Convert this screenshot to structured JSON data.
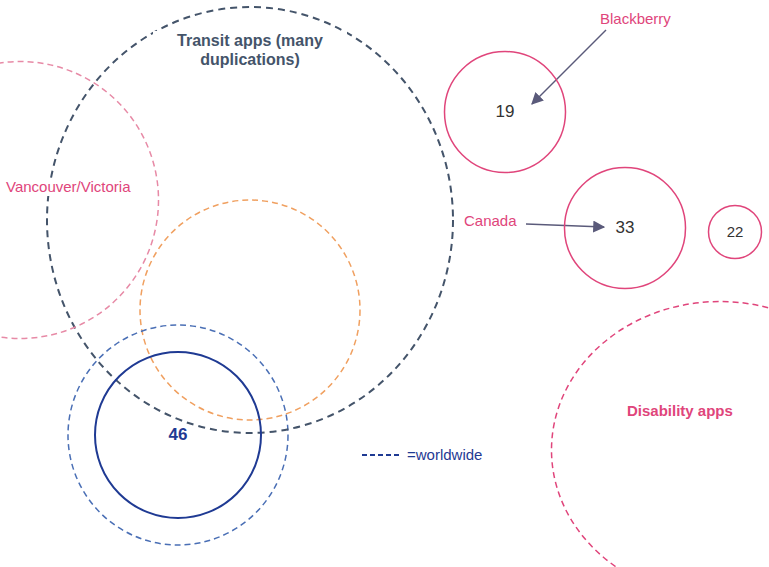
{
  "diagram": {
    "nodes": [
      {
        "text": [
          "Transit apps (many duplications)"
        ]
      },
      {
        "text": [
          "19"
        ]
      },
      {
        "text": [
          "Vancouver/Victoria"
        ]
      },
      {
        "text": [
          "33"
        ]
      },
      {
        "text": [
          "22"
        ]
      },
      {
        "text": [
          "46"
        ]
      },
      {
        "text": [
          "Disability apps"
        ]
      }
    ],
    "labels": [
      "Blackberry",
      "Canada"
    ],
    "legend": [
      {
        "text": "=worldwide"
      }
    ]
  }
}
